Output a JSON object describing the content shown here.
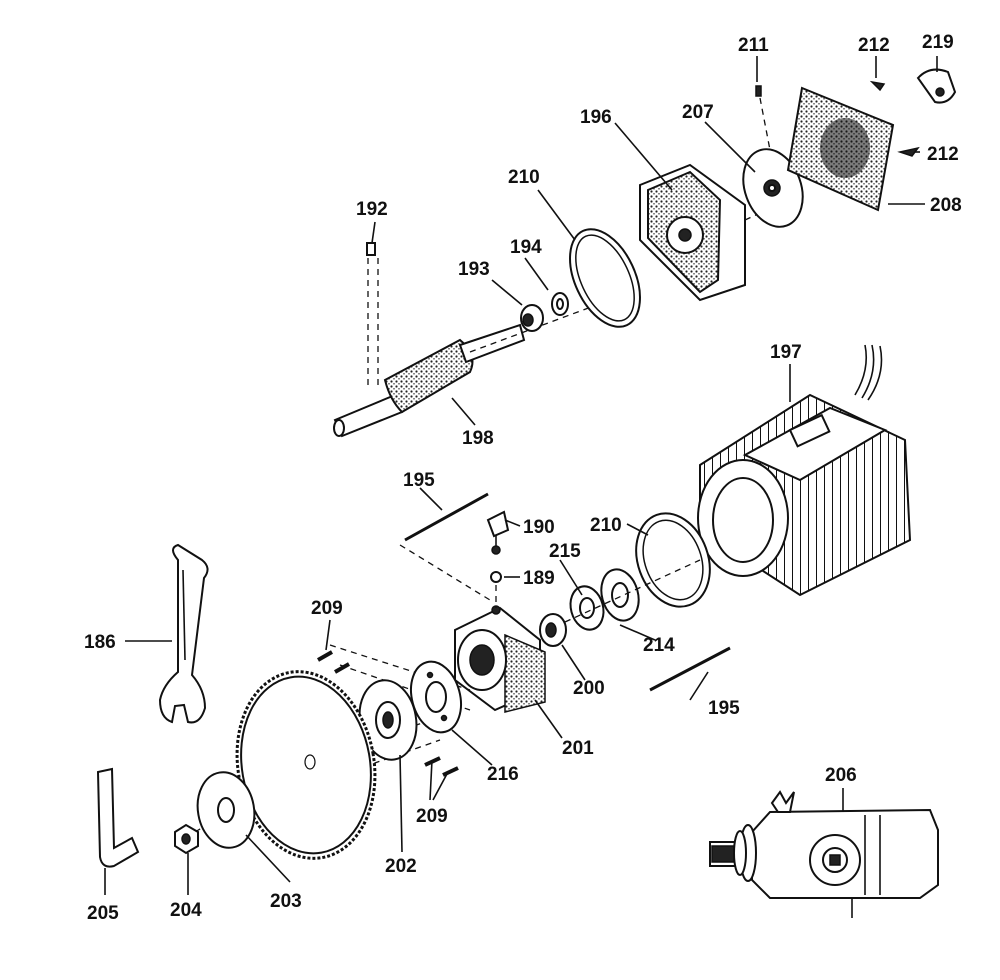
{
  "labels": {
    "p186": "186",
    "p189": "189",
    "p190": "190",
    "p192": "192",
    "p193": "193",
    "p194": "194",
    "p195a": "195",
    "p195b": "195",
    "p196": "196",
    "p197": "197",
    "p198": "198",
    "p200": "200",
    "p201": "201",
    "p202": "202",
    "p203": "203",
    "p204": "204",
    "p205": "205",
    "p206": "206",
    "p207": "207",
    "p208": "208",
    "p209a": "209",
    "p209b": "209",
    "p210a": "210",
    "p210b": "210",
    "p211": "211",
    "p212a": "212",
    "p212b": "212",
    "p214": "214",
    "p215": "215",
    "p216": "216",
    "p219": "219"
  }
}
